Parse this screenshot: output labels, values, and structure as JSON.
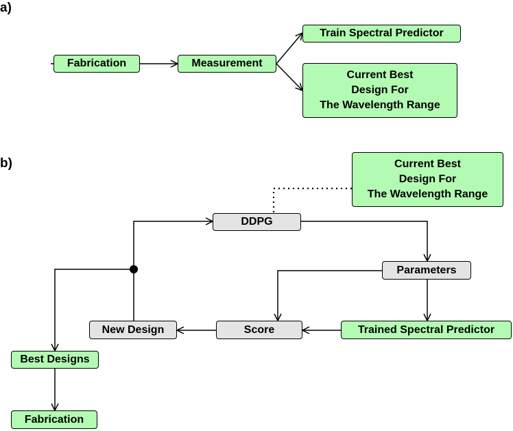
{
  "panel_a": {
    "label": "a)",
    "nodes": {
      "fabrication": "Fabrication",
      "measurement": "Measurement",
      "train_predictor": "Train Spectral Predictor",
      "current_best": "Current Best\nDesign For\nThe Wavelength Range"
    }
  },
  "panel_b": {
    "label": "b)",
    "nodes": {
      "current_best": "Current Best\nDesign For\nThe Wavelength Range",
      "ddpg": "DDPG",
      "parameters": "Parameters",
      "trained_predictor": "Trained Spectral Predictor",
      "score": "Score",
      "new_design": "New Design",
      "best_designs": "Best Designs",
      "fabrication": "Fabrication"
    }
  },
  "colors": {
    "green_node": "#b3fbb3",
    "gray_node": "#e4e4e4",
    "line": "#000000"
  }
}
